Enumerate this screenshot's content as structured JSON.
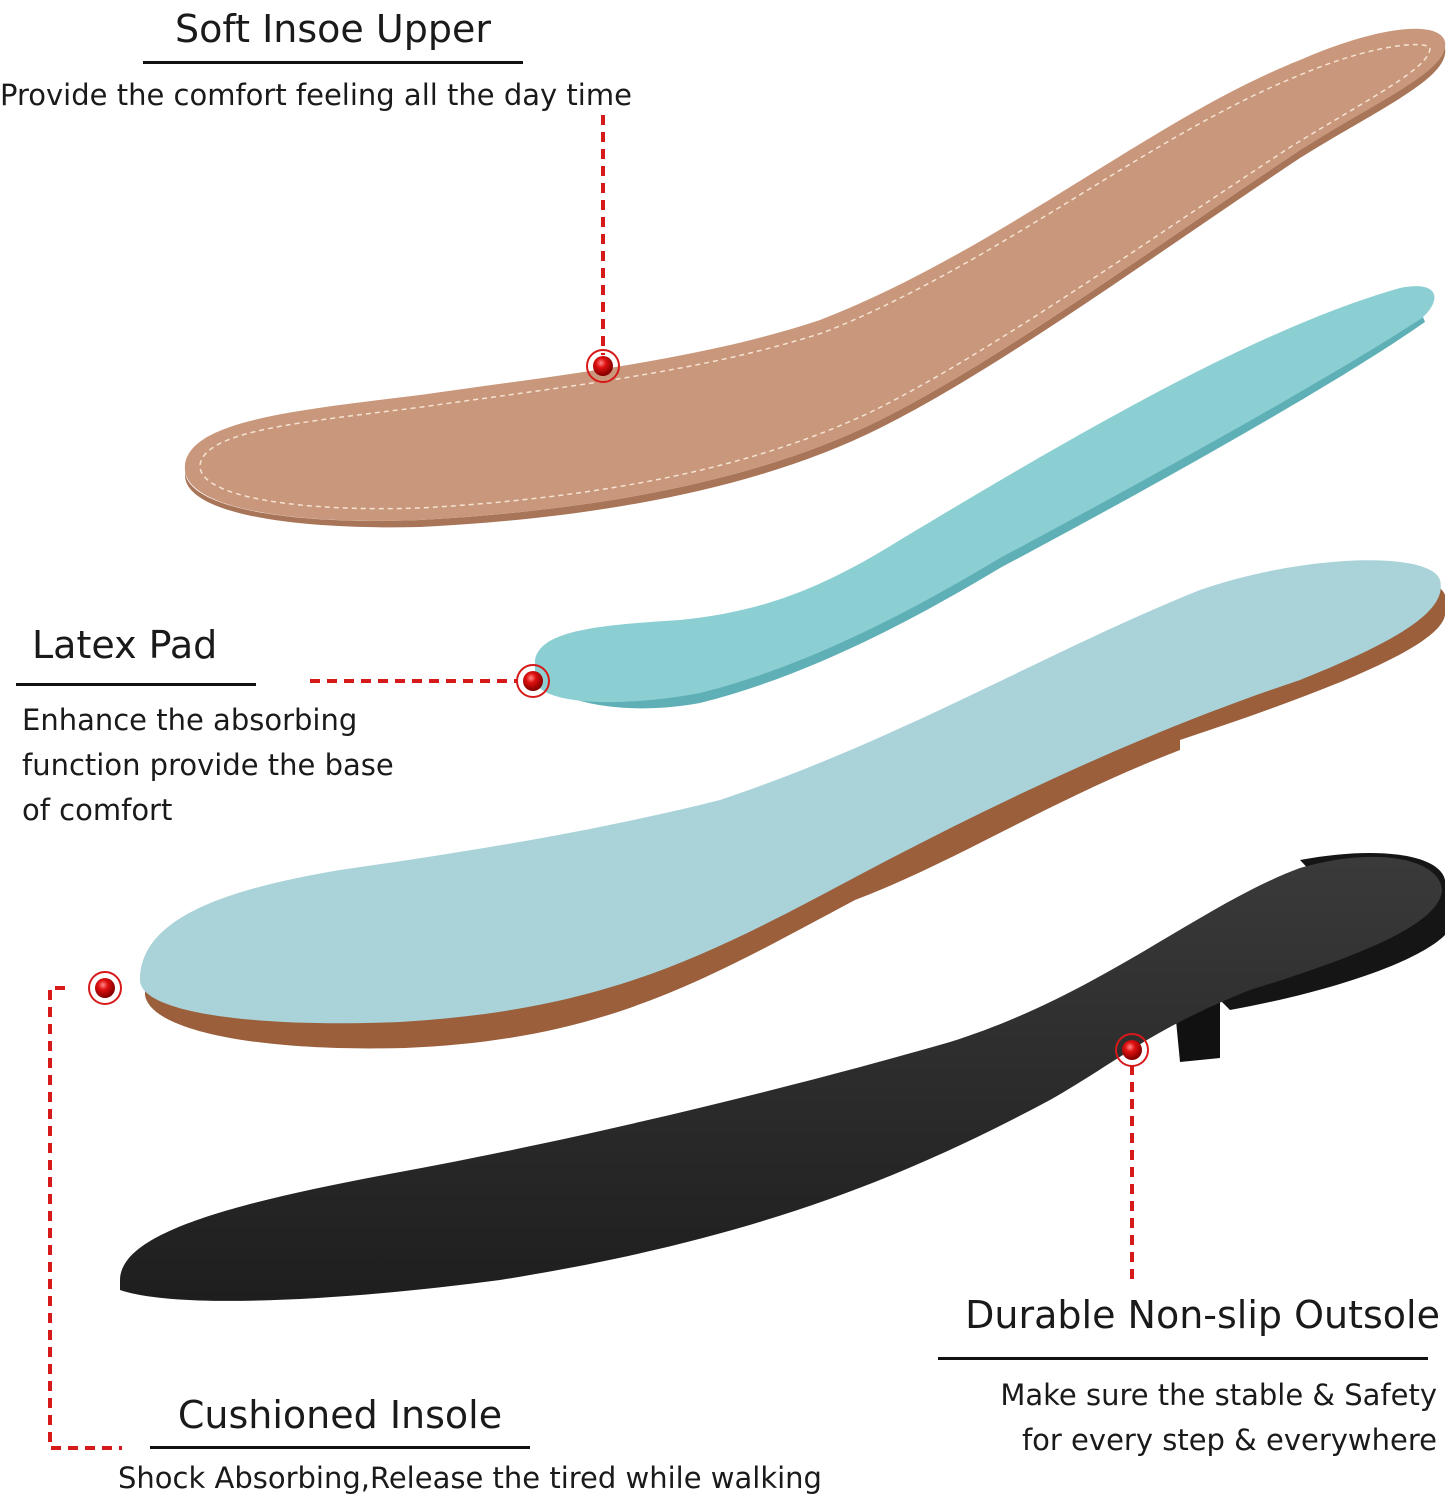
{
  "colors": {
    "accent_red": "#d61a1a",
    "upper": "#c9977b",
    "latex": "#8ccfd3",
    "cushion": "#a9d3d9",
    "cushion_base": "#9b5f3c",
    "outsole": "#2c2c2c"
  },
  "layers": [
    {
      "title": "Soft Insoe Upper",
      "description": [
        "Provide the comfort feeling all the day time"
      ]
    },
    {
      "title": "Latex Pad",
      "description": [
        "Enhance the absorbing",
        "function provide the base",
        "of comfort"
      ]
    },
    {
      "title": "Cushioned Insole",
      "description": [
        "Shock Absorbing,Release the tired while walking"
      ]
    },
    {
      "title": "Durable Non-slip Outsole",
      "description": [
        "Make sure the stable & Safety",
        "for every step & everywhere"
      ]
    }
  ]
}
